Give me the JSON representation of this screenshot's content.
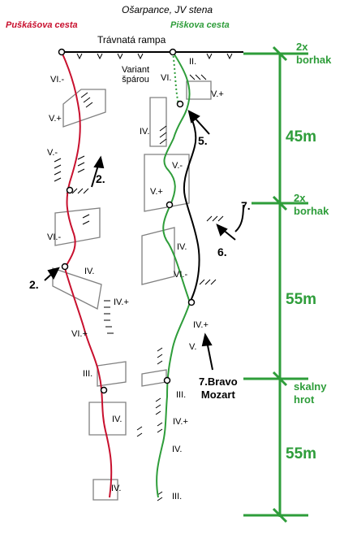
{
  "header": {
    "title": "Ošarpance, JV stena",
    "route_left": "Puškášova cesta",
    "route_right": "Piškova cesta",
    "ramp": "Trávnatá rampa",
    "variant": "Variant\nšpárou"
  },
  "grades": {
    "l1": "VI.-",
    "l2": "V.+",
    "l3": "V.-",
    "l4": "VI.-",
    "l5": "IV.",
    "l6": "IV.+",
    "l7": "VI.+",
    "l8": "III.",
    "l9": "IV.",
    "l10": "IV.",
    "r1": "II.",
    "r2": "VI.",
    "r3": "V.+",
    "r4": "IV.",
    "r5": "V.-",
    "r6": "V.+",
    "r7": "IV.",
    "r8": "VI.-",
    "r9": "IV.+",
    "r10": "V.",
    "r11": "III.",
    "r12": "IV.+",
    "r13": "IV.",
    "r14": "III."
  },
  "numbers": {
    "n2a": "2.",
    "n2b": "2.",
    "n5": "5.",
    "n6": "6.",
    "n7": "7."
  },
  "bravo": "7.Bravo\nMozart",
  "scale": {
    "top": "2x\nborhak",
    "len1": "45m",
    "mid": "2x\nborhak",
    "len2": "55m",
    "rock": "skalny\nhrot",
    "len3": "55m"
  },
  "colors": {
    "red_route": "#c8102e",
    "green_route": "#2e9d3a",
    "ink": "#000000",
    "rock_hatch": "#808080"
  }
}
